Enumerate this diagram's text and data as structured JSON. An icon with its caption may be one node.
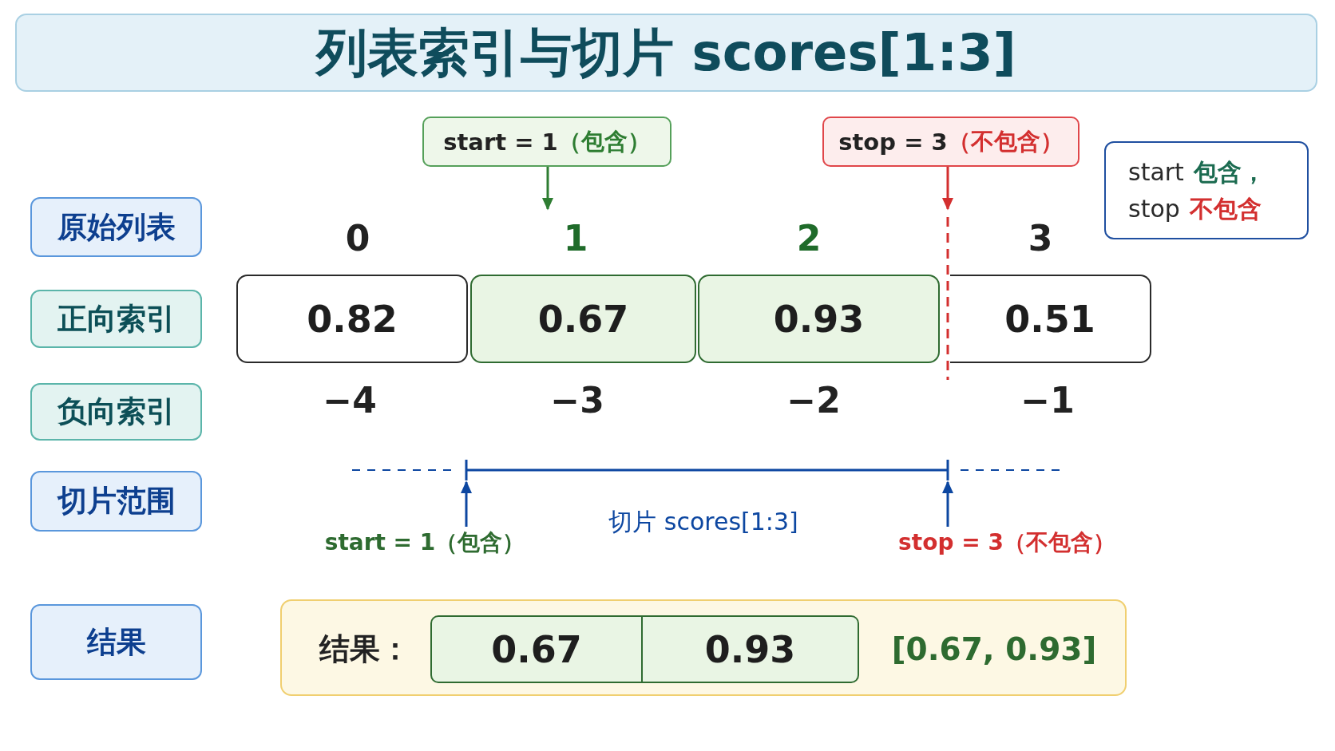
{
  "diagram": {
    "title": "列表索引与切片 scores[1:3]",
    "nodes": [
      {
        "text": [
          "start = 1",
          "（包含）"
        ]
      },
      {
        "text": [
          "stop = 3",
          "（不包含）"
        ]
      },
      {
        "text": [
          "start",
          "包含，",
          "stop",
          "不包含"
        ]
      },
      {
        "text": [
          "原始列表"
        ]
      },
      {
        "text": [
          "正向索引"
        ]
      },
      {
        "text": [
          "0.82"
        ]
      },
      {
        "text": [
          "0.67"
        ]
      },
      {
        "text": [
          "0.93"
        ]
      },
      {
        "text": [
          "0.51"
        ]
      },
      {
        "text": [
          "负向索引"
        ]
      },
      {
        "text": [
          "切片范围"
        ]
      },
      {
        "text": [],
        "shape": "bracket"
      },
      {
        "text": [
          "start = 1（包含）"
        ]
      },
      {
        "text": [
          "stop = 3（不包含）"
        ]
      },
      {
        "text": [
          "结果"
        ]
      },
      {
        "text": [
          "结果：",
          "[0.67, 0.93]"
        ]
      },
      {
        "text": [
          "0.67"
        ],
        "in": 15
      },
      {
        "text": [
          "0.93"
        ],
        "in": 15
      }
    ],
    "edges": [
      {
        "from": 0,
        "to": null,
        "arrow": "to",
        "color": "#2e7d32"
      },
      {
        "from": 1,
        "to": null,
        "arrow": "to",
        "color": "#d32f2f"
      },
      {
        "from": 12,
        "to": 11,
        "arrow": "to"
      },
      {
        "from": 13,
        "to": 11,
        "arrow": "to"
      }
    ],
    "labels": [
      "0",
      "1",
      "2",
      "3",
      "−4",
      "−3",
      "−2",
      "−1",
      "切片 scores[1:3]"
    ]
  }
}
